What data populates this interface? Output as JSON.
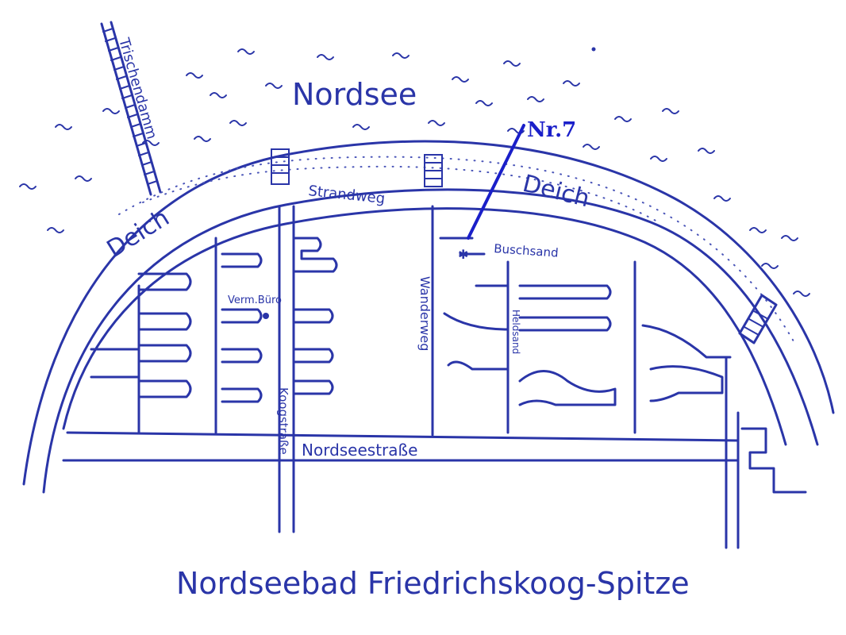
{
  "map": {
    "sea_label": "Nordsee",
    "dike_labels": [
      "Deich",
      "Deich"
    ],
    "road_labels": {
      "strandweg": "Strandweg",
      "nordseestrasse": "Nordseestraße",
      "koogstrasse": "Koogstraße",
      "wanderweg": "Wanderweg",
      "trischendamm": "Trischendamm",
      "buschsand": "Buschsand",
      "heldsand": "Heldsand"
    },
    "office_label": "Verm.Büro",
    "marker_label": "Nr.7",
    "caption": "Nordseebad Friedrichskoog-Spitze",
    "ink_color": "#2a35a8",
    "marker_color": "#1a1fc9"
  }
}
